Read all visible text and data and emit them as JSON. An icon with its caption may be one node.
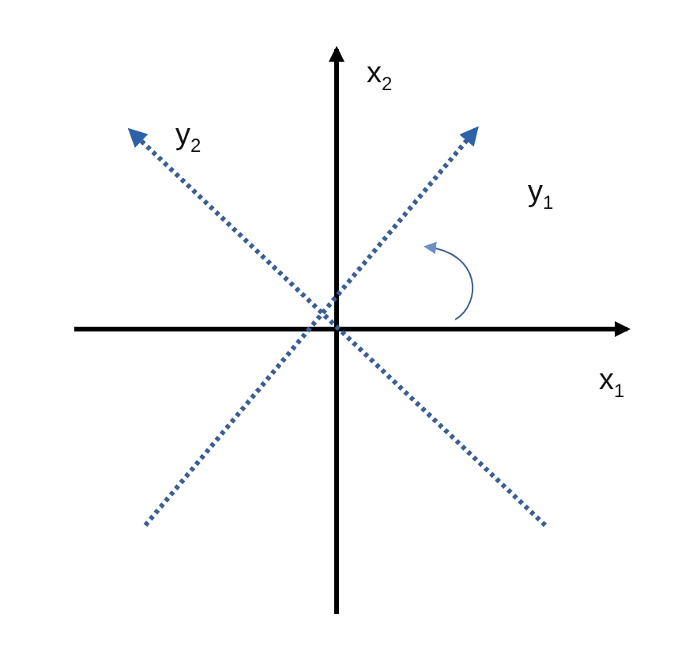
{
  "diagram": {
    "labels": [
      "x$_{2}$",
      "y$_{2}$",
      "y$_{1}$",
      "x$_{1}$"
    ]
  }
}
